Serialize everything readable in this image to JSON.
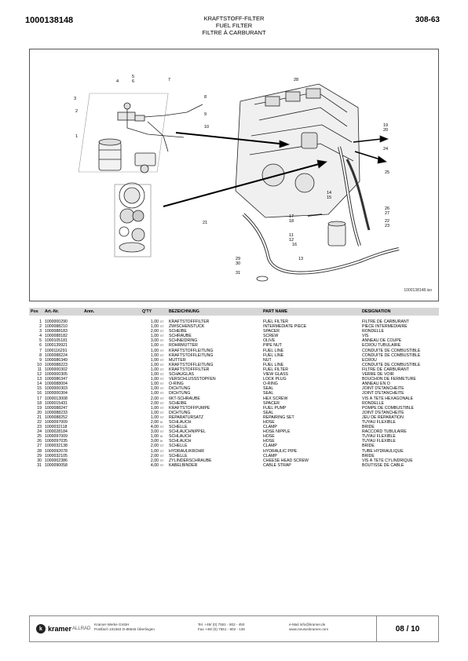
{
  "header": {
    "doc_number": "1000138148",
    "title_de": "KRAFTSTOFF-FILTER",
    "title_en": "FUEL FILTER",
    "title_fr": "FILTRE À CARBURANT",
    "page_code": "308-63"
  },
  "figure": {
    "image_id": "1000138148.iso",
    "callouts": [
      "1",
      "2",
      "3",
      "4",
      "5",
      "6",
      "7",
      "8",
      "9",
      "10",
      "11",
      "12",
      "13",
      "14",
      "15",
      "16",
      "17",
      "18",
      "19",
      "20",
      "21",
      "22",
      "23",
      "24",
      "25",
      "26",
      "27",
      "28",
      "29",
      "30",
      "31"
    ]
  },
  "table": {
    "headers": {
      "pos": "Pos",
      "art": "Art.-Nr.",
      "anm": "Anm.",
      "qty": "Q'TY",
      "de": "BEZEICHNUNG",
      "en": "PART NAME",
      "fr": "DESIGNATION"
    },
    "rows": [
      {
        "pos": "1",
        "art": "1000000290",
        "qty": "1,00",
        "unit": "ST",
        "de": "KRAFTSTOFFFILTER",
        "en": "FUEL FILTER",
        "fr": "FILTRE DE CARBURANT"
      },
      {
        "pos": "2",
        "art": "1000088210",
        "qty": "1,00",
        "unit": "ST",
        "de": "ZWISCHENSTÜCK",
        "en": "INTERMEDIATE PIECE",
        "fr": "PIÈCE INTERMÉDIAIRE"
      },
      {
        "pos": "3",
        "art": "1000088183",
        "qty": "2,00",
        "unit": "ST",
        "de": "SCHEIBE",
        "en": "SPACER",
        "fr": "RONDELLE"
      },
      {
        "pos": "4",
        "art": "1000088182",
        "qty": "1,00",
        "unit": "ST",
        "de": "SCHRAUBE",
        "en": "SCREW",
        "fr": "VIS"
      },
      {
        "pos": "5",
        "art": "1000105181",
        "qty": "3,00",
        "unit": "ST",
        "de": "SCHNEIDRING",
        "en": "OLIVE",
        "fr": "ANNEAU DE COUPE"
      },
      {
        "pos": "6",
        "art": "1000139921",
        "qty": "1,00",
        "unit": "ST",
        "de": "ROHRMUTTER",
        "en": "PIPE NUT",
        "fr": "ÉCROU TUBULAIRE"
      },
      {
        "pos": "7",
        "art": "1000116291",
        "qty": "1,00",
        "unit": "ST",
        "de": "KRAFTSTOFFLEITUNG",
        "en": "FUEL LINE",
        "fr": "CONDUITE DE COMBUSTIBLE"
      },
      {
        "pos": "8",
        "art": "1000088224",
        "qty": "1,00",
        "unit": "ST",
        "de": "KRAFTSTOFFLEITUNG",
        "en": "FUEL LINE",
        "fr": "CONDUITE DE COMBUSTIBLE"
      },
      {
        "pos": "9",
        "art": "1000086349",
        "qty": "1,00",
        "unit": "ST",
        "de": "MUTTER",
        "en": "NUT",
        "fr": "ÉCROU"
      },
      {
        "pos": "10",
        "art": "1000088223",
        "qty": "1,00",
        "unit": "ST",
        "de": "KRAFTSTOFFLEITUNG",
        "en": "FUEL LINE",
        "fr": "CONDUITE DE COMBUSTIBLE"
      },
      {
        "pos": "11",
        "art": "1000000302",
        "qty": "1,00",
        "unit": "ST",
        "de": "KRAFTSTOFFFILTER",
        "en": "FUEL FILTER",
        "fr": "FILTRE DE CARBURANT"
      },
      {
        "pos": "12",
        "art": "1000000305",
        "qty": "1,00",
        "unit": "ST",
        "de": "SCHAUGLAS",
        "en": "VIEW GLASS",
        "fr": "VERRE DE VOIR"
      },
      {
        "pos": "13",
        "art": "1000086347",
        "qty": "1,00",
        "unit": "ST",
        "de": "VERSCHLUSSSTOPFEN",
        "en": "LOCK PLUG",
        "fr": "BOUCHON DE FERMETURE"
      },
      {
        "pos": "14",
        "art": "1000088004",
        "qty": "1,00",
        "unit": "ST",
        "de": "O-RING",
        "en": "O-RING",
        "fr": "ANNEAU EN O"
      },
      {
        "pos": "15",
        "art": "1000000303",
        "qty": "1,00",
        "unit": "ST",
        "de": "DICHTUNG",
        "en": "SEAL",
        "fr": "JOINT D'ÉTANCHÉITÉ"
      },
      {
        "pos": "16",
        "art": "1000000304",
        "qty": "1,00",
        "unit": "ST",
        "de": "DICHTUNG",
        "en": "SEAL",
        "fr": "JOINT D'ÉTANCHÉITÉ"
      },
      {
        "pos": "17",
        "art": "1000013008",
        "qty": "2,00",
        "unit": "ST",
        "de": "6KT-SCHRAUBE",
        "en": "HEX SCREW",
        "fr": "VIS À TÊTE HEXAGONALE"
      },
      {
        "pos": "18",
        "art": "1000015431",
        "qty": "2,00",
        "unit": "ST",
        "de": "SCHEIBE",
        "en": "SPACER",
        "fr": "RONDELLE"
      },
      {
        "pos": "19",
        "art": "1000088247",
        "qty": "1,00",
        "unit": "ST",
        "de": "KRAFTSTOFFPUMPE",
        "en": "FUEL PUMP",
        "fr": "POMPE DE COMBUSTIBLE"
      },
      {
        "pos": "20",
        "art": "1000088233",
        "qty": "1,00",
        "unit": "ST",
        "de": "DICHTUNG",
        "en": "SEAL",
        "fr": "JOINT D'ÉTANCHÉITÉ"
      },
      {
        "pos": "21",
        "art": "1000088252",
        "qty": "1,00",
        "unit": "ST",
        "de": "REPARATURSATZ",
        "en": "REPAIRING SET",
        "fr": "JEU DE RÉPARATION"
      },
      {
        "pos": "22",
        "art": "1000097009",
        "qty": "2,00",
        "unit": "M",
        "de": "SCHLAUCH",
        "en": "HOSE",
        "fr": "TUYAU FLEXIBLE"
      },
      {
        "pos": "23",
        "art": "1000032118",
        "qty": "4,00",
        "unit": "ST",
        "de": "SCHELLE",
        "en": "CLAMP",
        "fr": "BRIDE"
      },
      {
        "pos": "24",
        "art": "1000028184",
        "qty": "3,00",
        "unit": "ST",
        "de": "SCHLAUCHNIPPEL",
        "en": "HOSE NIPPLE",
        "fr": "RACCORD TUBULAIRE"
      },
      {
        "pos": "25",
        "art": "1000097009",
        "qty": "1,00",
        "unit": "M",
        "de": "SCHLAUCH",
        "en": "HOSE",
        "fr": "TUYAU FLEXIBLE"
      },
      {
        "pos": "26",
        "art": "1000097035",
        "qty": "3,00",
        "unit": "M",
        "de": "SCHLAUCH",
        "en": "HOSE",
        "fr": "TUYAU FLEXIBLE"
      },
      {
        "pos": "27",
        "art": "1000032138",
        "qty": "2,00",
        "unit": "ST",
        "de": "SCHELLE",
        "en": "CLAMP",
        "fr": "BRIDE"
      },
      {
        "pos": "28",
        "art": "1000092078",
        "qty": "1,00",
        "unit": "ST",
        "de": "HYDRAULIKROHR",
        "en": "HYDRAULIC PIPE",
        "fr": "TUBE HYDRAULIQUE"
      },
      {
        "pos": "29",
        "art": "1000032105",
        "qty": "2,00",
        "unit": "ST",
        "de": "SCHELLE",
        "en": "CLAMP",
        "fr": "BRIDE"
      },
      {
        "pos": "30",
        "art": "1000002386",
        "qty": "2,00",
        "unit": "ST",
        "de": "ZYLINDERSCHRAUBE",
        "en": "CHEESE HEAD SCREW",
        "fr": "VIS À TÊTE CYLINDRIQUE"
      },
      {
        "pos": "31",
        "art": "1000090058",
        "qty": "4,00",
        "unit": "ST",
        "de": "KABELBINDER",
        "en": "CABLE STRAP",
        "fr": "BOUTISSE DE CÂBLE"
      }
    ]
  },
  "footer": {
    "brand": "kramer",
    "brand_suffix": "ALLRAD",
    "company_line1": "Kramer-Werke GmbH",
    "company_line2": "Postfach 101563 D-88645 Überlingen",
    "tel": "Tel. +49/ (0) 7551 - 802 - 450",
    "fax": "Fax +49/ (0) 7551 - 802 - 136",
    "email": "e-Mail info@kramer.de",
    "web": "www.neusonkramer.com",
    "page": "08 / 10"
  },
  "colors": {
    "header_bg": "#d6d6d6",
    "line": "#222222"
  }
}
